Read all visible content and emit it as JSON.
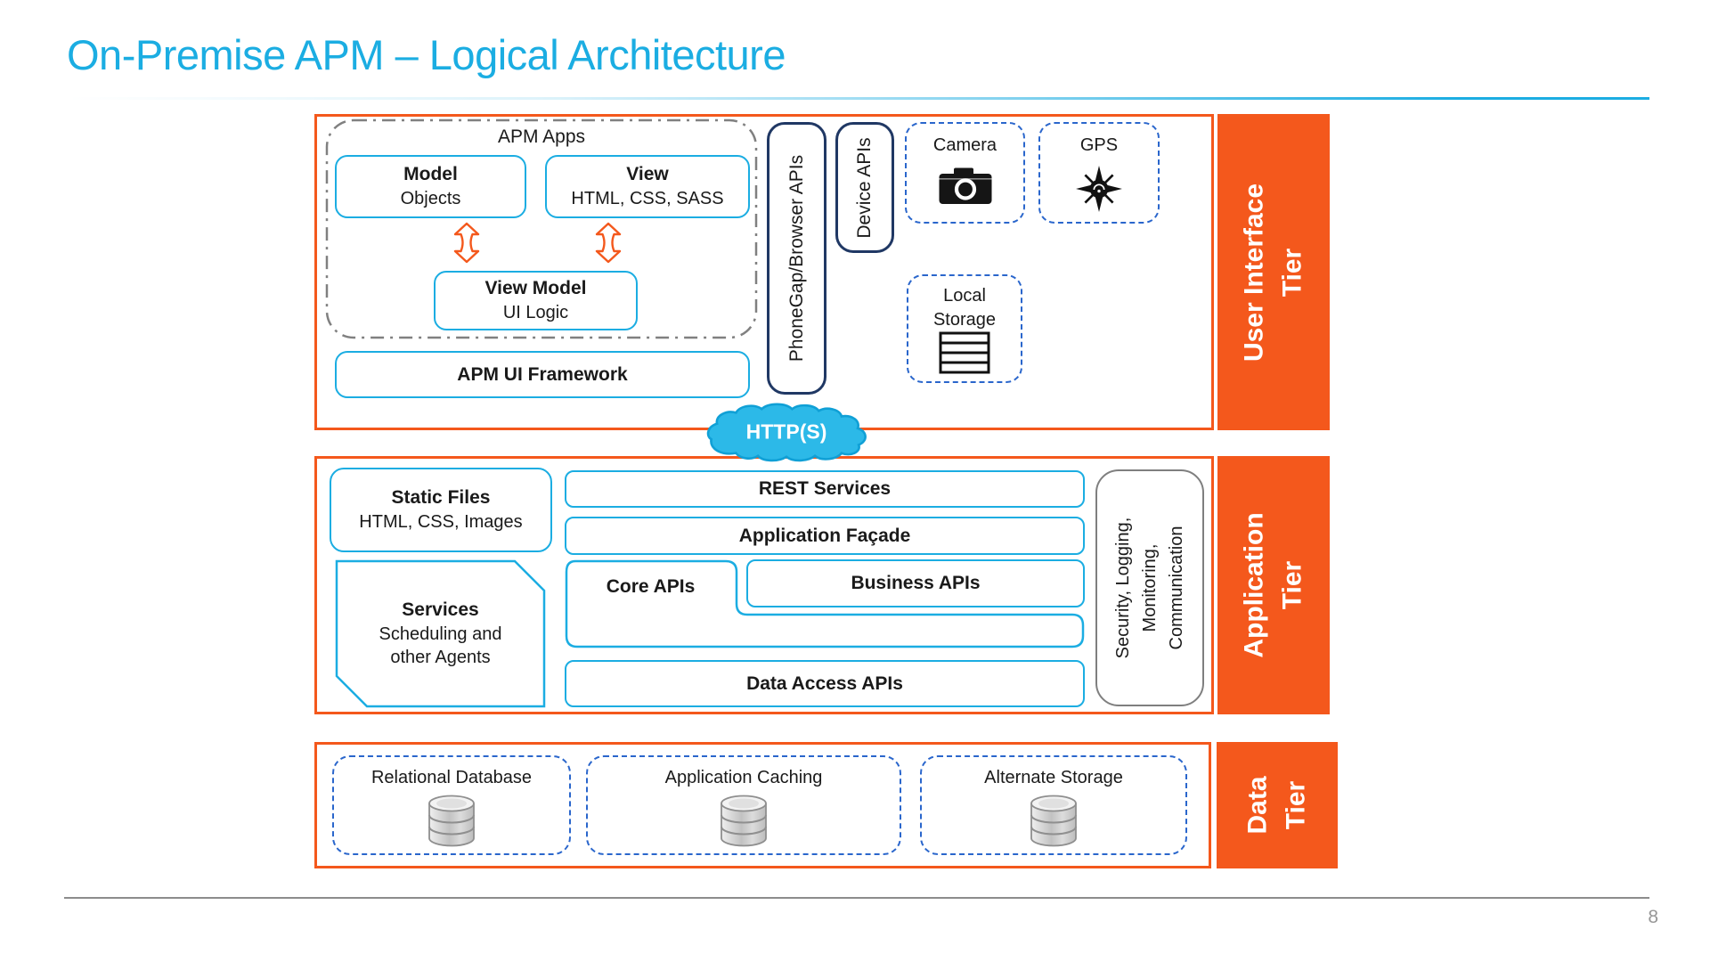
{
  "page": {
    "title": "On-Premise APM – Logical Architecture",
    "page_number": "8"
  },
  "colors": {
    "accent_cyan": "#1BADE2",
    "accent_orange": "#F4581C",
    "navy_border": "#203864",
    "dashed_blue": "#2A66CC",
    "gray_border": "#7F7F7F"
  },
  "ui_tier": {
    "band": {
      "line1": "User Interface",
      "line2": "Tier"
    },
    "apm_apps": {
      "label": "APM Apps",
      "model": {
        "title": "Model",
        "subtitle": "Objects"
      },
      "view": {
        "title": "View",
        "subtitle": "HTML, CSS, SASS"
      },
      "view_model": {
        "title": "View Model",
        "subtitle": "UI Logic"
      }
    },
    "apm_ui_framework": {
      "title": "APM UI Framework"
    },
    "phonegap": {
      "label": "PhoneGap/Browser APIs"
    },
    "device_apis": {
      "label": "Device APIs"
    },
    "camera": {
      "label": "Camera",
      "icon": "camera-icon"
    },
    "gps": {
      "label": "GPS",
      "icon": "compass-rose-icon"
    },
    "local_storage": {
      "line1": "Local",
      "line2": "Storage",
      "icon": "stacked-storage-icon"
    }
  },
  "connector": {
    "label": "HTTP(S)",
    "icon": "cloud-shape"
  },
  "app_tier": {
    "band": {
      "line1": "Application",
      "line2": "Tier"
    },
    "static_files": {
      "title": "Static Files",
      "subtitle": "HTML, CSS, Images"
    },
    "services": {
      "title": "Services",
      "line2": "Scheduling and",
      "line3": "other Agents"
    },
    "rest_services": {
      "title": "REST Services"
    },
    "application_facade": {
      "title": "Application Façade"
    },
    "core_apis": {
      "title": "Core APIs"
    },
    "business_apis": {
      "title": "Business APIs"
    },
    "data_access_apis": {
      "title": "Data Access APIs"
    },
    "security": {
      "line1": "Security, Logging,",
      "line2": "Monitoring,",
      "line3": "Communication"
    }
  },
  "data_tier": {
    "band": {
      "line1": "Data",
      "line2": "Tier"
    },
    "stores": [
      {
        "label": "Relational Database",
        "icon": "database-cylinder-icon"
      },
      {
        "label": "Application Caching",
        "icon": "database-cylinder-icon"
      },
      {
        "label": "Alternate Storage",
        "icon": "database-cylinder-icon"
      }
    ]
  }
}
